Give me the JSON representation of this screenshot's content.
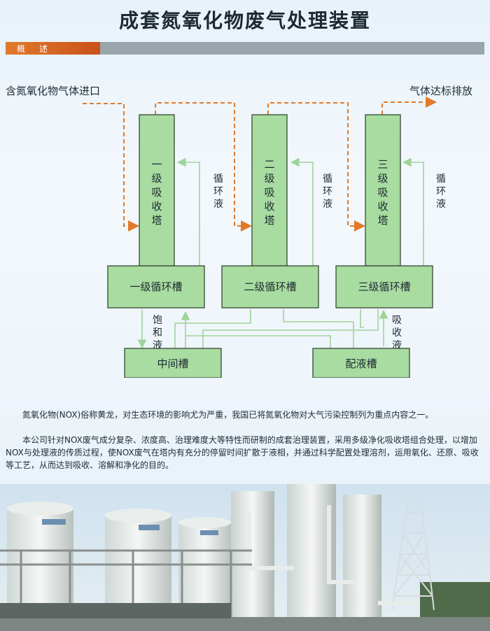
{
  "page": {
    "title": "成套氮氧化物废气处理装置",
    "section_label": "概　述"
  },
  "diagram": {
    "inlet_label": "含氮氧化物气体进口",
    "outlet_label": "气体达标排放",
    "towers": [
      {
        "label": "一级吸收塔",
        "chars": [
          "一",
          "级",
          "吸",
          "收",
          "塔"
        ]
      },
      {
        "label": "二级吸收塔",
        "chars": [
          "二",
          "级",
          "吸",
          "收",
          "塔"
        ]
      },
      {
        "label": "三级吸收塔",
        "chars": [
          "三",
          "级",
          "吸",
          "收",
          "塔"
        ]
      }
    ],
    "recirc_label": "循环液",
    "recirc_chars": [
      "循",
      "环",
      "液"
    ],
    "tanks": [
      "一级循环槽",
      "二级循环槽",
      "三级循环槽"
    ],
    "saturated_label": "饱和液",
    "saturated_chars": [
      "饱",
      "和",
      "液"
    ],
    "absorb_label": "吸收液",
    "absorb_chars": [
      "吸",
      "收",
      "液"
    ],
    "intermediate_tank": "中间槽",
    "mixing_tank": "配液槽",
    "colors": {
      "box_fill": "#a8dca0",
      "box_stroke": "#2a3a2a",
      "gas_flow": "#e27a2a",
      "liquid_flow": "#9fd39a"
    }
  },
  "body": {
    "para1": "氮氧化物(NOX)俗称黄龙，对生态环境的影响尤为严重，我国已将氮氧化物对大气污染控制列为重点内容之一。",
    "para2": "本公司针对NOX废气成分复杂、浓度高、治理难度大等特性而研制的成套治理装置，采用多级净化吸收塔组合处理，以增加NOX与处理液的传质过程，使NOX废气在塔内有充分的停留时间扩散于液相，并通过科学配置处理溶剂，运用氧化、还原、吸收等工艺，从而达到吸收、溶解和净化的目的。"
  }
}
